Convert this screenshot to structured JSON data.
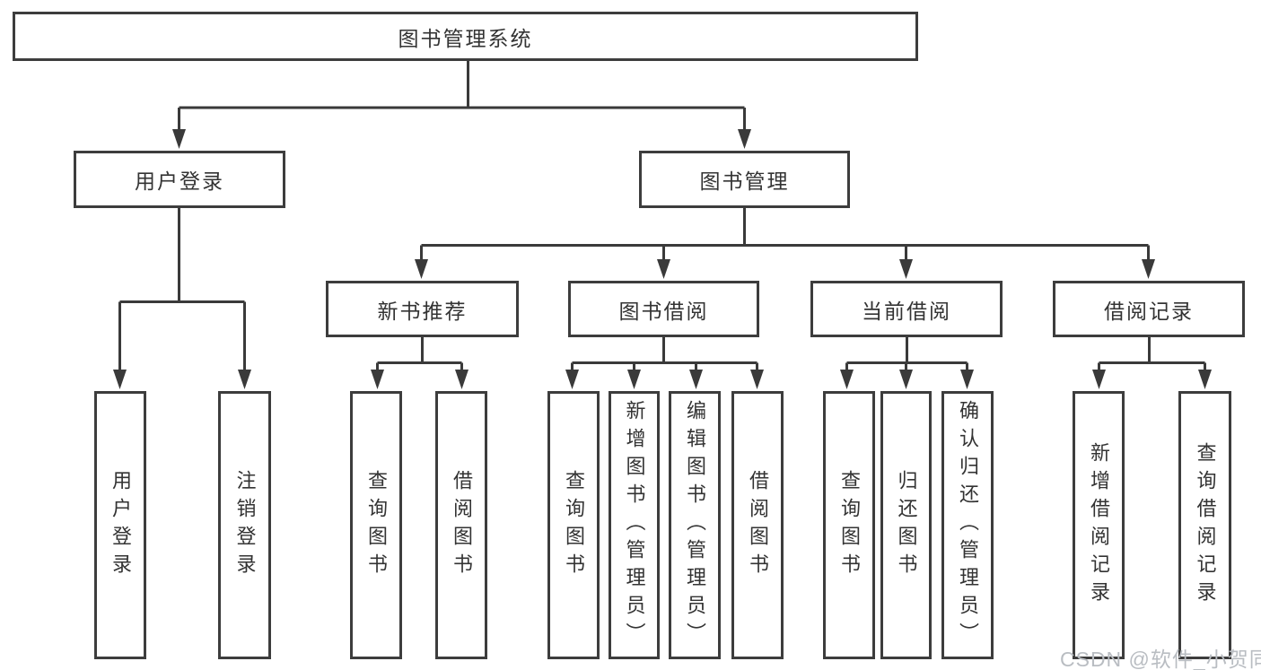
{
  "diagram": {
    "root": {
      "label": "图书管理系统"
    },
    "user_login": {
      "label": "用户登录",
      "children": [
        "用户登录",
        "注销登录"
      ]
    },
    "book_mgmt": {
      "label": "图书管理",
      "modules": {
        "new_books": {
          "label": "新书推荐",
          "children": [
            "查询图书",
            "借阅图书"
          ]
        },
        "borrowing": {
          "label": "图书借阅",
          "children": [
            "查询图书",
            "新增图书（管理员）",
            "编辑图书（管理员）",
            "借阅图书"
          ]
        },
        "current": {
          "label": "当前借阅",
          "children": [
            "查询图书",
            "归还图书",
            "确认归还（管理员）"
          ]
        },
        "records": {
          "label": "借阅记录",
          "children": [
            "新增借阅记录",
            "查询借阅记录"
          ]
        }
      }
    }
  },
  "watermark": "CSDN @软件_小贺同学",
  "colors": {
    "line": "#3a3a3a",
    "border": "#3d3d3d",
    "text": "#333333",
    "watermark": "#b9bdc2",
    "background": "#ffffff"
  }
}
